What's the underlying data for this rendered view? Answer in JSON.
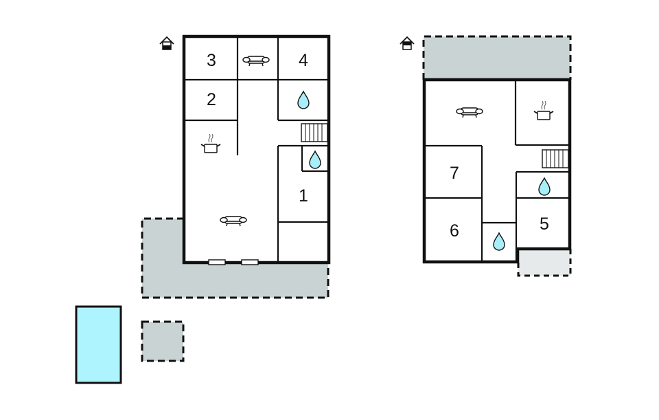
{
  "colors": {
    "wall": "#111111",
    "terrace": "#c9d3d4",
    "terrace_light": "#e6eaea",
    "pool": "#aef4ff",
    "water_drop": "#a8eef8",
    "background": "#ffffff"
  },
  "floors": [
    {
      "name": "ground-floor",
      "level_icon": "house-level-ground-icon",
      "rooms": [
        {
          "id": "bedroom-3",
          "label": "3"
        },
        {
          "id": "bedroom-2",
          "label": "2"
        },
        {
          "id": "bedroom-4",
          "label": "4"
        },
        {
          "id": "bedroom-1",
          "label": "1"
        }
      ],
      "icons": [
        "sofa-icon",
        "sofa-icon",
        "kitchen-pot-icon",
        "water-drop-icon",
        "water-drop-icon",
        "stairs-icon"
      ]
    },
    {
      "name": "first-floor",
      "level_icon": "house-level-upper-icon",
      "rooms": [
        {
          "id": "bedroom-7",
          "label": "7"
        },
        {
          "id": "bedroom-6",
          "label": "6"
        },
        {
          "id": "bedroom-5",
          "label": "5"
        }
      ],
      "icons": [
        "sofa-icon",
        "kitchen-pot-icon",
        "water-drop-icon",
        "water-drop-icon",
        "stairs-icon"
      ]
    }
  ],
  "outdoor": [
    "terrace",
    "balcony",
    "small-terrace",
    "pool",
    "patio"
  ]
}
